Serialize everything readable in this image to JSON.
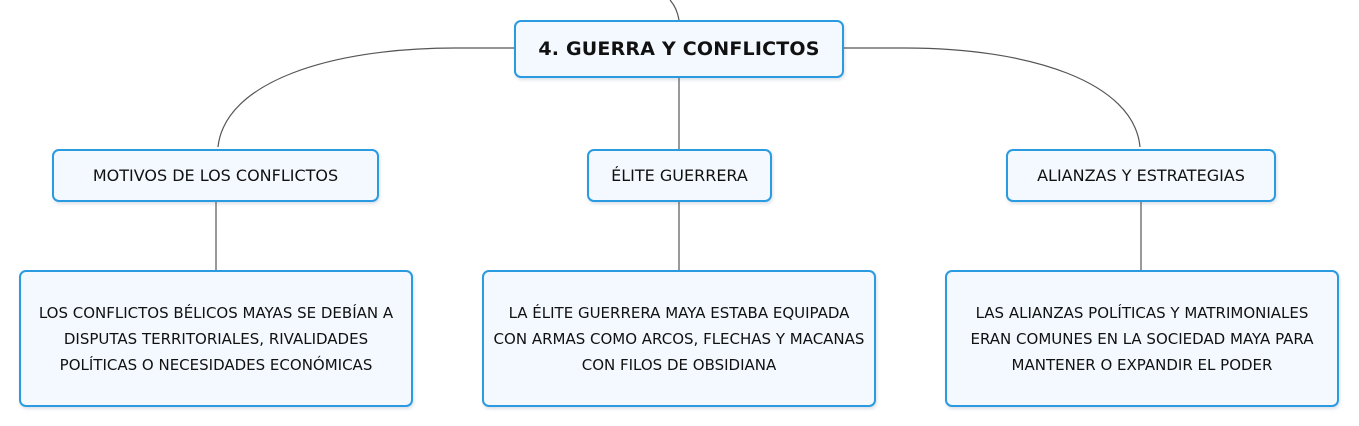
{
  "root": {
    "label": "4. GUERRA Y CONFLICTOS"
  },
  "branches": [
    {
      "label": "MOTIVOS DE LOS CONFLICTOS",
      "detail": "LOS CONFLICTOS BÉLICOS MAYAS SE DEBÍAN A DISPUTAS TERRITORIALES, RIVALIDADES POLÍTICAS O NECESIDADES ECONÓMICAS"
    },
    {
      "label": "ÉLITE GUERRERA",
      "detail": "LA ÉLITE GUERRERA MAYA ESTABA EQUIPADA CON ARMAS COMO ARCOS, FLECHAS Y MACANAS CON FILOS DE OBSIDIANA"
    },
    {
      "label": "ALIANZAS Y ESTRATEGIAS",
      "detail": "LAS ALIANZAS POLÍTICAS Y MATRIMONIALES ERAN COMUNES EN LA SOCIEDAD MAYA PARA MANTENER O EXPANDIR EL PODER"
    }
  ],
  "colors": {
    "node_border": "#2a9be0",
    "node_fill": "#f4f9ff",
    "connector": "#555555",
    "text": "#111111"
  }
}
